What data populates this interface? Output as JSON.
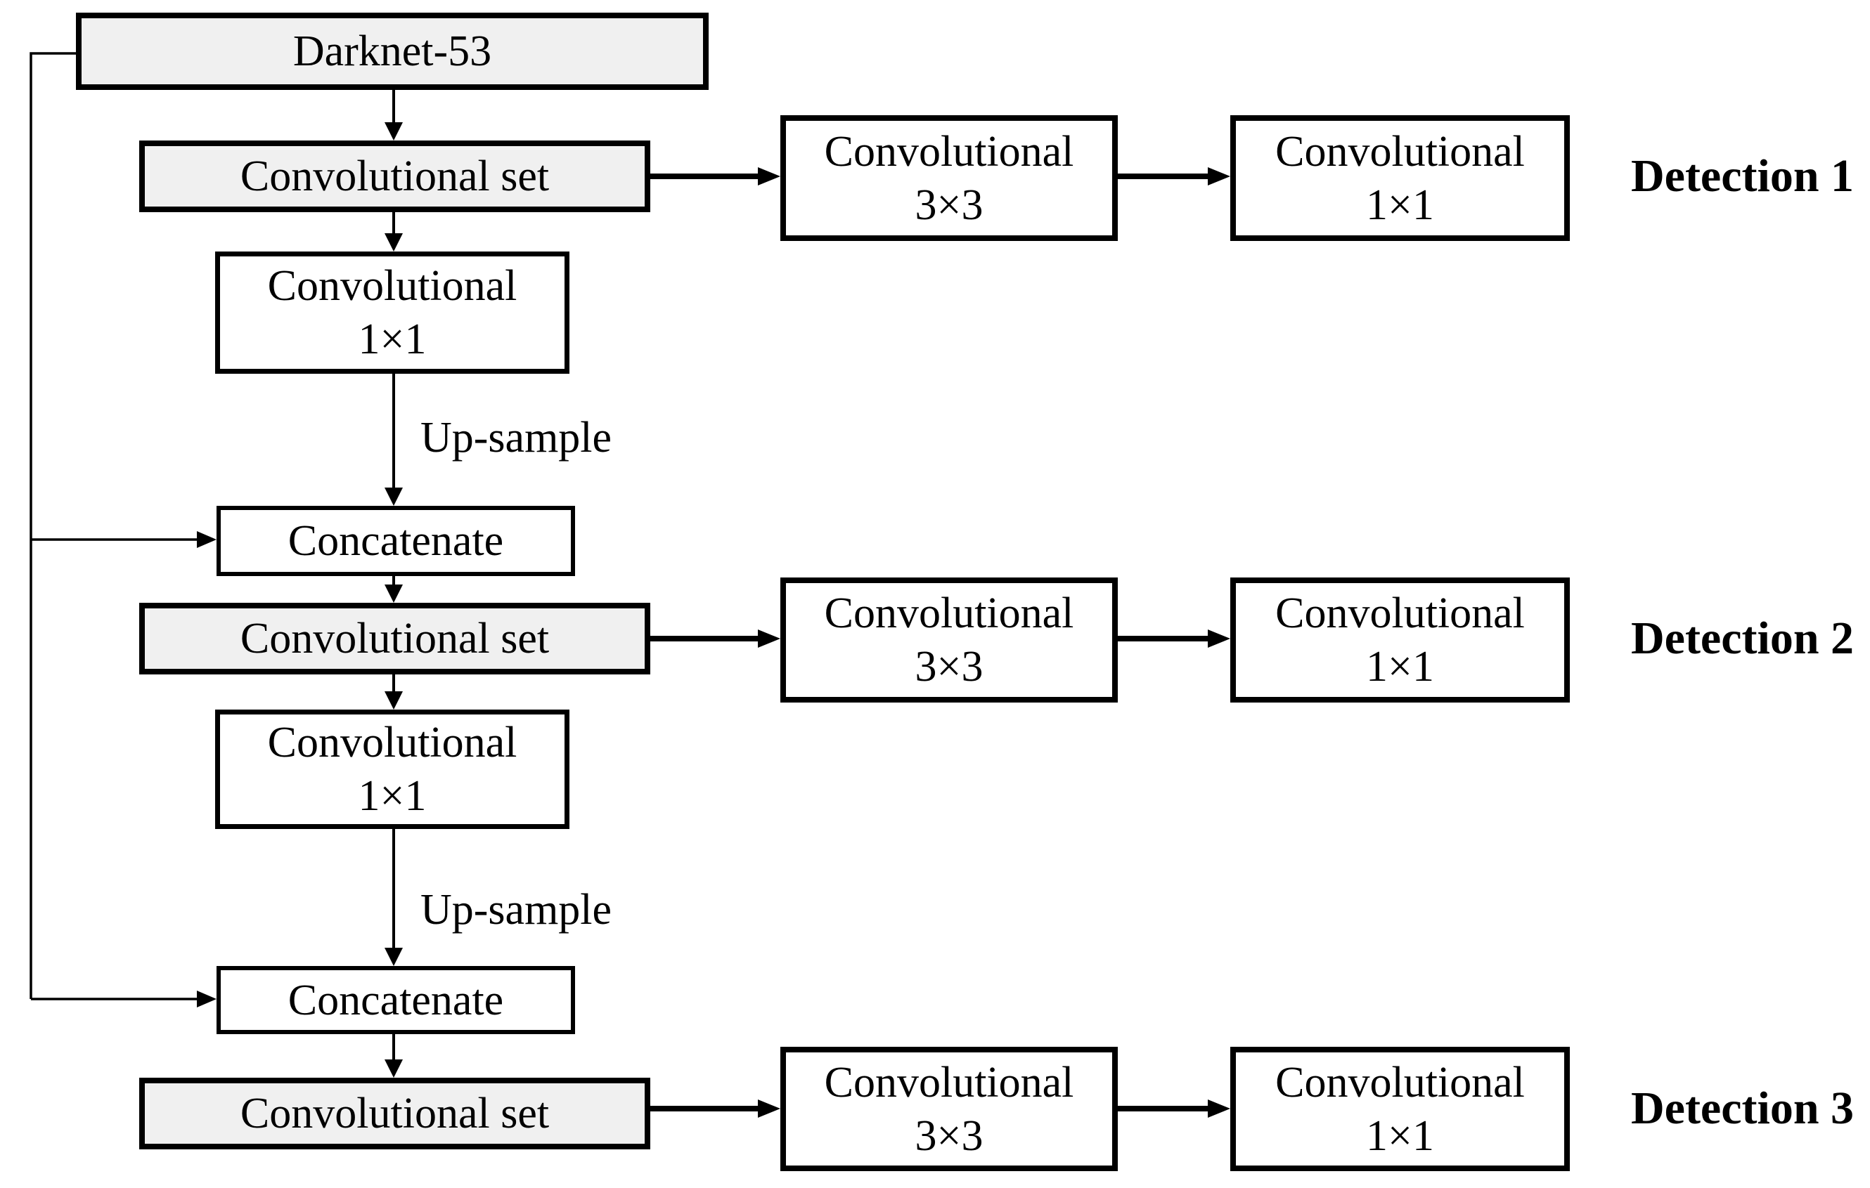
{
  "diagram": {
    "title_hint": "YOLOv3-style detection network flow diagram",
    "colors": {
      "background": "#ffffff",
      "stroke": "#000000",
      "text": "#000000",
      "gray_box_fill": "#f0f0f0",
      "white_box_fill": "#ffffff"
    },
    "nodes": {
      "darknet": {
        "label": "Darknet-53"
      },
      "convset1": {
        "label": "Convolutional set"
      },
      "convset2": {
        "label": "Convolutional set"
      },
      "convset3": {
        "label": "Convolutional set"
      },
      "conv3x3_row1": {
        "line1": "Convolutional",
        "line2": "3×3"
      },
      "conv1x1_row1": {
        "line1": "Convolutional",
        "line2": "1×1"
      },
      "conv3x3_row2": {
        "line1": "Convolutional",
        "line2": "3×3"
      },
      "conv1x1_row2": {
        "line1": "Convolutional",
        "line2": "1×1"
      },
      "conv3x3_row3": {
        "line1": "Convolutional",
        "line2": "3×3"
      },
      "conv1x1_row3": {
        "line1": "Convolutional",
        "line2": "1×1"
      },
      "conv1x1_left1": {
        "line1": "Convolutional",
        "line2": "1×1"
      },
      "conv1x1_left2": {
        "line1": "Convolutional",
        "line2": "1×1"
      },
      "concat1": {
        "label": "Concatenate"
      },
      "concat2": {
        "label": "Concatenate"
      }
    },
    "edge_labels": {
      "upsample1": "Up-sample",
      "upsample2": "Up-sample"
    },
    "detections": {
      "d1": "Detection 1",
      "d2": "Detection 2",
      "d3": "Detection 3"
    }
  }
}
